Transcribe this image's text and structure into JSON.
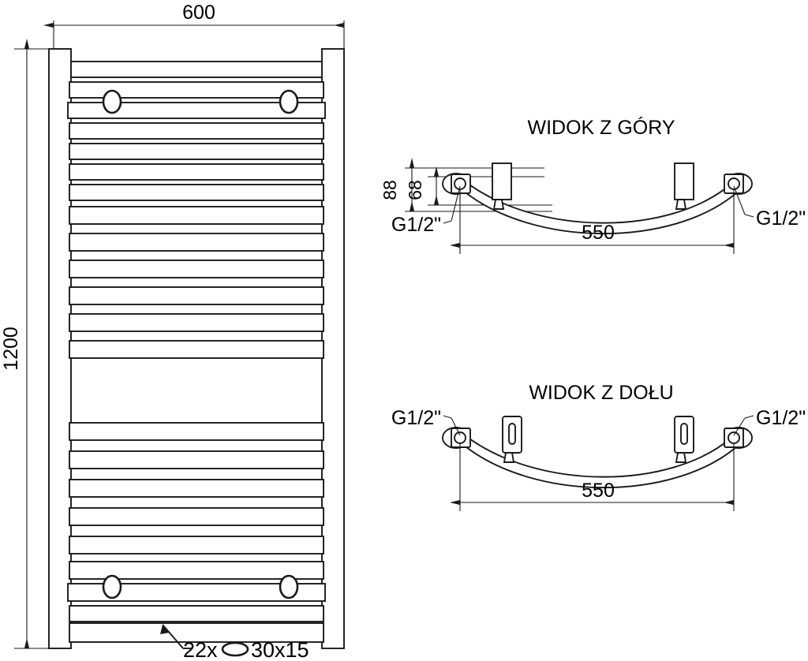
{
  "drawing": {
    "type": "technical-dimension-drawing",
    "subject": "towel-rail-radiator",
    "units": "mm"
  },
  "front_view": {
    "width_dimension": "600",
    "height_dimension": "1200",
    "bottom_note": {
      "quantity": "22x",
      "symbol": "oval-profile-icon",
      "profile": "30x15",
      "full": "22x ⬭30x15"
    },
    "rung_count": 22,
    "bracket_count": 4
  },
  "top_view": {
    "title": "WIDOK Z GÓRY",
    "dim_depth_outer": "88",
    "dim_depth_inner": "68",
    "dim_width": "550",
    "connector_left": "G1/2\"",
    "connector_right": "G1/2\"",
    "mount_count": 2
  },
  "bottom_view": {
    "title": "WIDOK Z DOŁU",
    "dim_width": "550",
    "connector_left": "G1/2\"",
    "connector_right": "G1/2\"",
    "mount_count": 2
  },
  "colors": {
    "line": "#1a1a1a",
    "background": "#ffffff",
    "fill": "#ffffff"
  }
}
